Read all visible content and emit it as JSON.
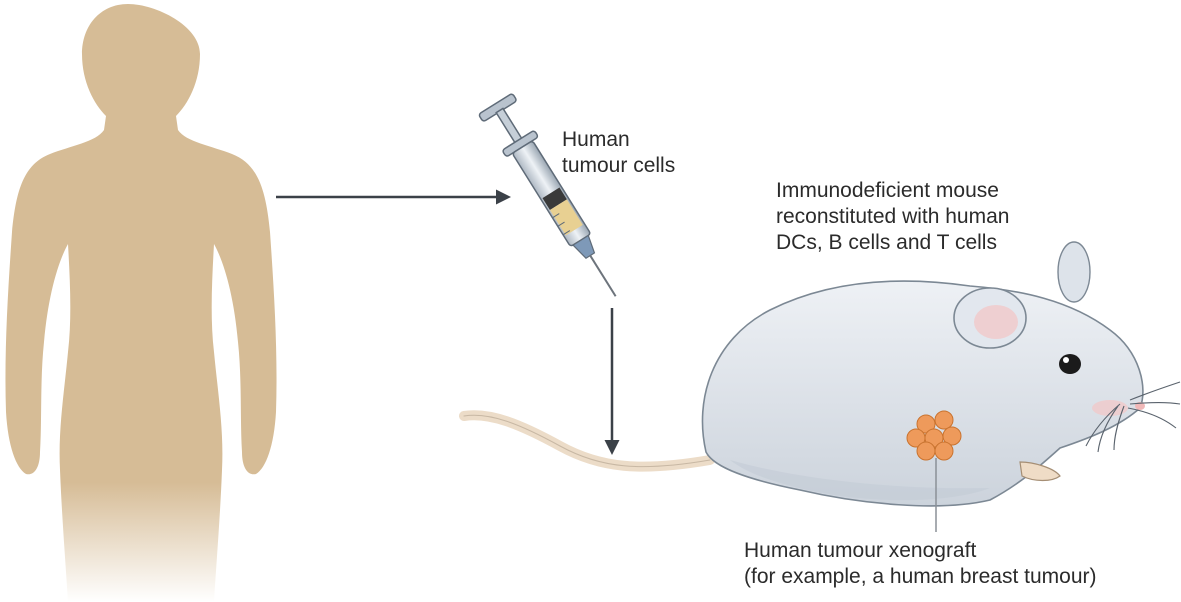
{
  "labels": {
    "tumour_cells": [
      "Human",
      "tumour cells"
    ],
    "mouse": [
      "Immunodeficient mouse",
      "reconstituted with human",
      "DCs, B cells and T cells"
    ],
    "xenograft": [
      "Human tumour xenograft",
      "(for example, a human breast tumour)"
    ]
  },
  "icons": [
    "human-silhouette",
    "syringe",
    "mouse",
    "tumour-xenograft",
    "arrow-right",
    "arrow-down"
  ],
  "colors": {
    "human_body": "#d6bc96",
    "mouse_body": "#dfe4ea",
    "tumour": "#ee9a5b",
    "arrow": "#3b4148",
    "text": "#2b2b2b"
  }
}
